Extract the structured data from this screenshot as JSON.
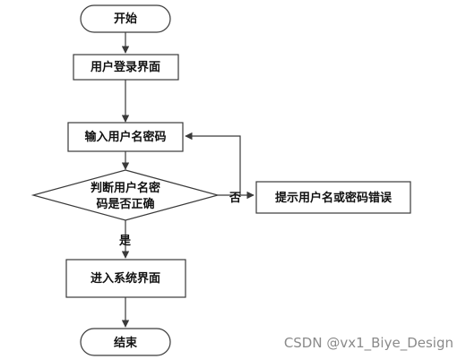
{
  "flowchart": {
    "start": {
      "label": "开始"
    },
    "login_page": {
      "label": "用户登录界面"
    },
    "input_credentials": {
      "label": "输入用户名密码"
    },
    "decision": {
      "line1": "判断用户名密",
      "line2": "码是否正确"
    },
    "error_prompt": {
      "label": "提示用户名或密码错误"
    },
    "enter_system": {
      "label": "进入系统界面"
    },
    "end": {
      "label": "结束"
    },
    "edge_labels": {
      "yes": "是",
      "no": "否"
    }
  },
  "watermark": {
    "text": "CSDN @vx1_Biye_Design"
  },
  "colors": {
    "line": "#3a3a3a",
    "text": "#111111",
    "watermark": "#8a8a8a",
    "background": "#ffffff"
  }
}
